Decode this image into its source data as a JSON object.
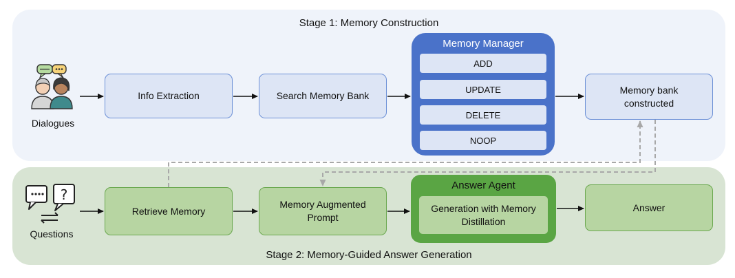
{
  "stage1": {
    "title": "Stage 1: Memory Construction",
    "input_label": "Dialogues",
    "info_extraction": "Info Extraction",
    "search_memory_bank": "Search Memory Bank",
    "memory_manager": {
      "title": "Memory Manager",
      "operations": [
        "ADD",
        "UPDATE",
        "DELETE",
        "NOOP"
      ]
    },
    "memory_bank": "Memory bank constructed"
  },
  "stage2": {
    "title": "Stage 2: Memory-Guided Answer Generation",
    "input_label": "Questions",
    "retrieve_memory": "Retrieve Memory",
    "augmented_prompt": "Memory Augmented Prompt",
    "answer_agent": {
      "title": "Answer Agent",
      "inner": "Generation with Memory Distillation"
    },
    "answer": "Answer"
  },
  "colors": {
    "stage1_bg": "#eff3fa",
    "stage2_bg": "#d8e4d3",
    "blue_box": "#dde5f5",
    "blue_accent": "#4a72c9",
    "green_box": "#b7d5a2",
    "green_accent": "#5aa544"
  },
  "icons": {
    "dialogues": "two-people-chatting-icon",
    "questions": "question-speech-bubbles-icon"
  }
}
